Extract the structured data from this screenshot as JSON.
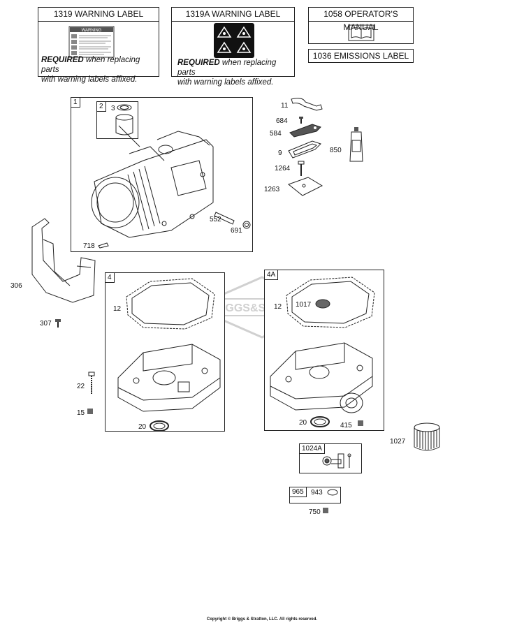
{
  "labels": {
    "warning_1319": "1319 WARNING LABEL",
    "warning_1319a": "1319A WARNING LABEL",
    "manual_1058": "1058 OPERATOR'S MANUAL",
    "emissions_1036": "1036 EMISSIONS LABEL",
    "required_bold": "REQUIRED",
    "required_rest_line1": " when replacing parts",
    "required_line2": "with warning labels affixed.",
    "warning_sticker": "WARNING"
  },
  "callouts": {
    "g1": "1",
    "g2": "2",
    "p3": "3",
    "p552": "552",
    "p691": "691",
    "p718": "718",
    "p11": "11",
    "p684": "684",
    "p584": "584",
    "p9": "9",
    "p850": "850",
    "p1264": "1264",
    "p1263": "1263",
    "p306": "306",
    "p307": "307",
    "g4": "4",
    "p12a": "12",
    "p22": "22",
    "p15": "15",
    "p20a": "20",
    "g4a": "4A",
    "p12b": "12",
    "p1017": "1017",
    "p20b": "20",
    "p415": "415",
    "p1027": "1027",
    "g1024a": "1024A",
    "g965": "965",
    "p943": "943",
    "p750": "750"
  },
  "watermark": "BRIGGS&STRATTON",
  "footer": "Copyright © Briggs & Stratton, LLC. All rights reserved.",
  "colors": {
    "line": "#222222",
    "watermark": "#d0d0d0"
  }
}
